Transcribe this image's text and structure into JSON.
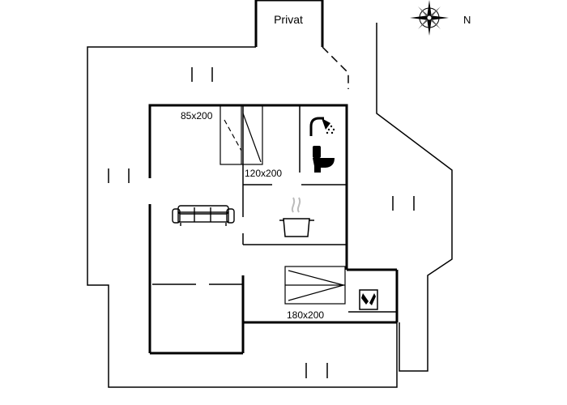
{
  "labels": {
    "private_area": "Privat",
    "bed_single": "85x200",
    "bed_medium": "120x200",
    "bed_double": "180x200",
    "compass_north": "N"
  },
  "icons": {
    "shower": "shower-icon",
    "toilet": "toilet-icon",
    "sofa": "sofa-icon",
    "cooking_pot": "cooking-pot-icon",
    "utility": "washing-machine-icon",
    "compass": "compass-rose-icon"
  },
  "colors": {
    "wall": "#000000",
    "line": "#000000",
    "background": "#ffffff"
  }
}
